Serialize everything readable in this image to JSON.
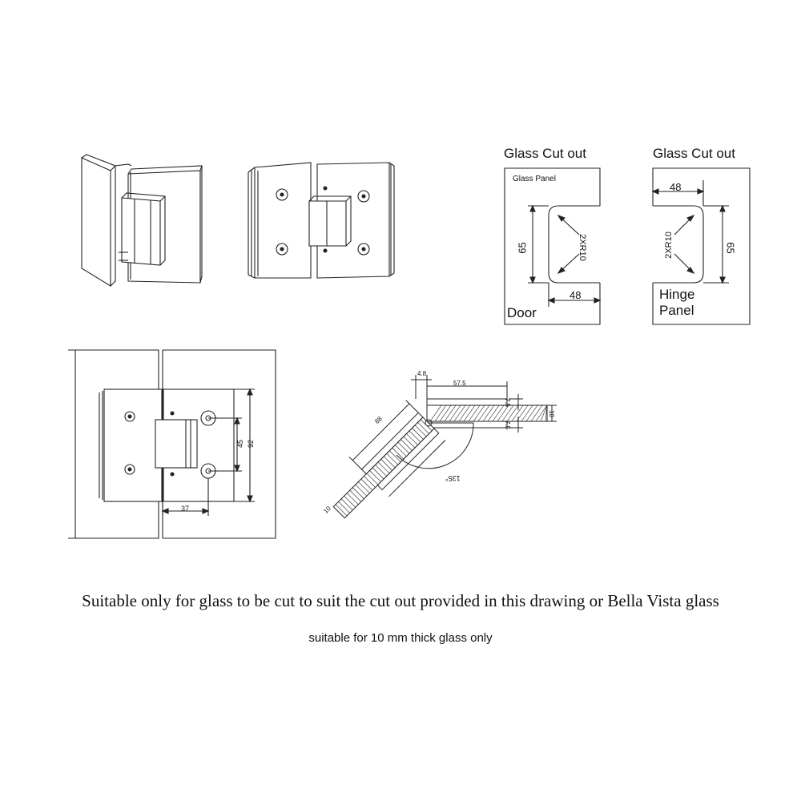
{
  "cutouts": {
    "door": {
      "title": "Glass Cut out",
      "panel_label": "Glass Panel",
      "corner_label": "Door",
      "radius_label": "2XR10",
      "height_dim": "65",
      "width_dim": "48"
    },
    "hinge": {
      "title": "Glass Cut out",
      "corner_label_line1": "Hinge",
      "corner_label_line2": "Panel",
      "radius_label": "2XR10",
      "height_dim": "65",
      "width_dim": "48"
    }
  },
  "front_view": {
    "hole_spacing": "45",
    "plate_height": "92",
    "offset": "37"
  },
  "top_view": {
    "dims": [
      "4.8",
      "57.5",
      "7.5",
      "10",
      "7.5",
      "88",
      "10",
      "135°"
    ]
  },
  "notes": {
    "line1": "Suitable only for glass to be cut to suit the cut out provided in this drawing or Bella Vista glass",
    "line2": "suitable for 10 mm thick glass only"
  }
}
